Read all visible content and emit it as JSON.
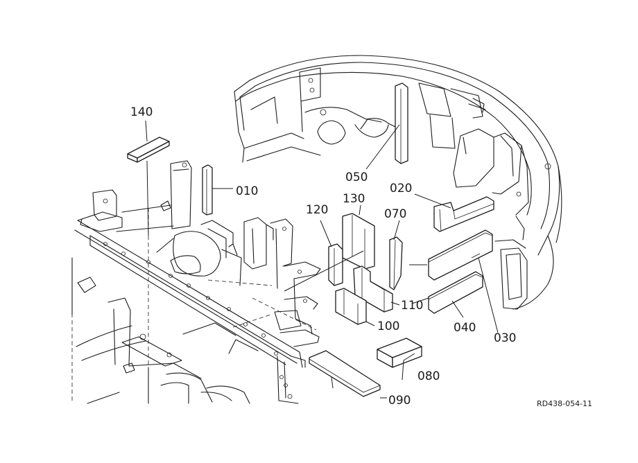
{
  "callouts": {
    "c010": "010",
    "c020": "020",
    "c030": "030",
    "c040": "040",
    "c050": "050",
    "c070": "070",
    "c080": "080",
    "c090": "090",
    "c100": "100",
    "c110": "110",
    "c120": "120",
    "c130": "130",
    "c140": "140"
  },
  "drawing_ref": "RD438-054-11",
  "colors": {
    "line": "#1a1a1a",
    "background": "#ffffff"
  }
}
